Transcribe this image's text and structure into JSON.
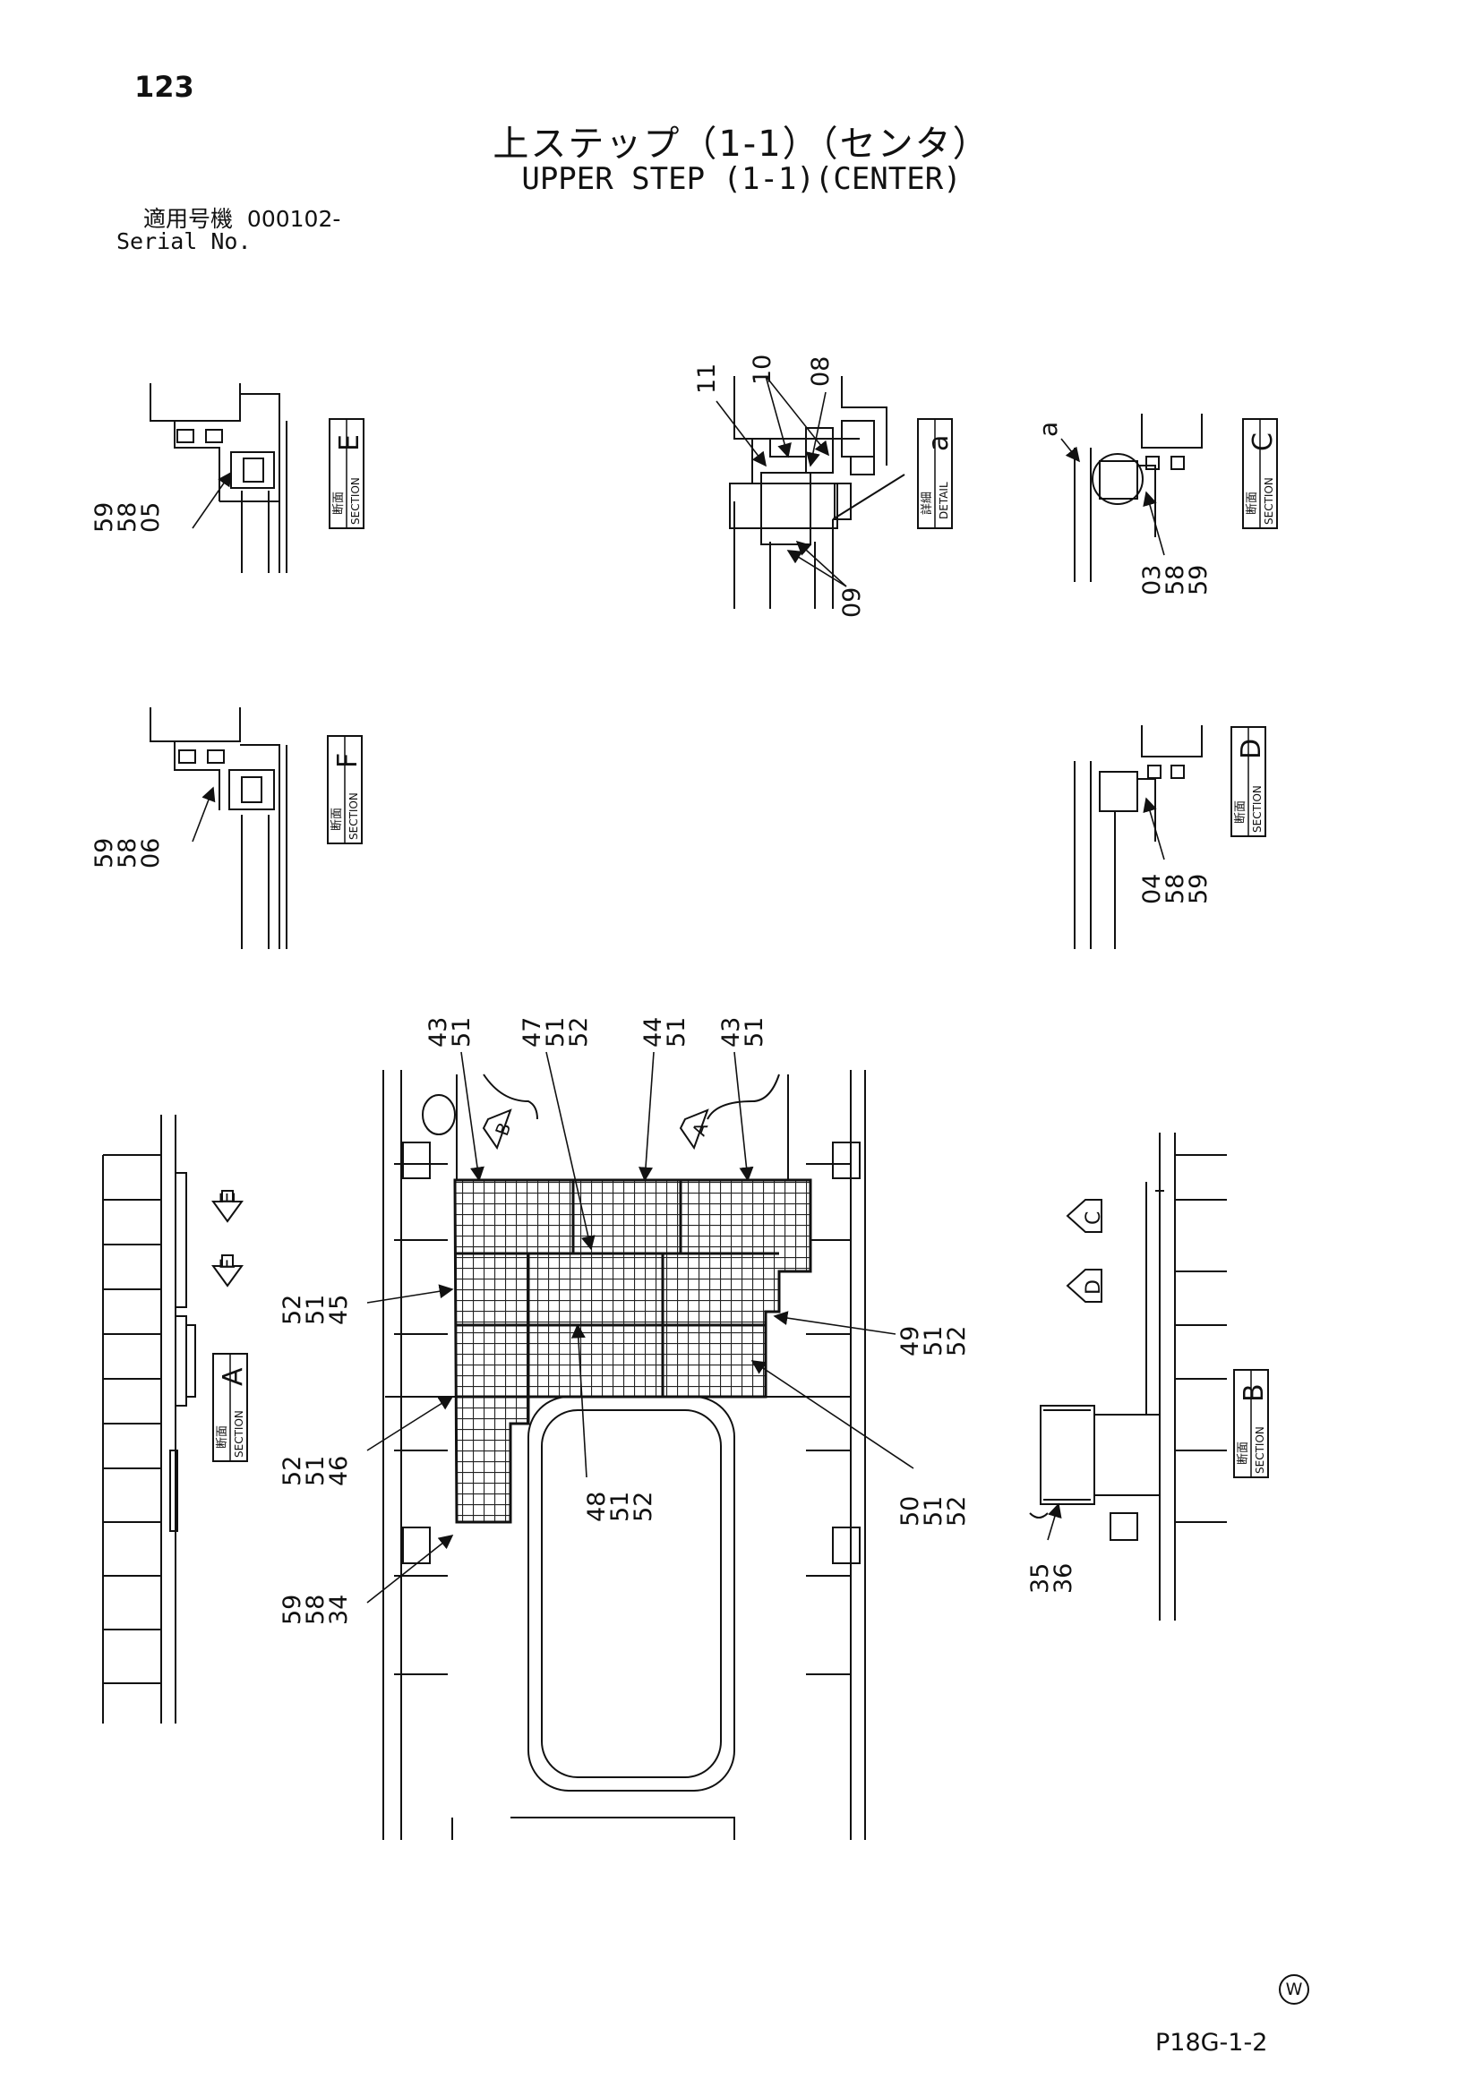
{
  "page_number": "123",
  "title_jp": "上ステップ（1-1）（センタ）",
  "title_en": "UPPER STEP (1-1)(CENTER)",
  "serial_label_jp": "適用号機",
  "serial_value": "000102-",
  "serial_label_en": "Serial No.",
  "section_jp": "断面",
  "section_en": "SECTION",
  "detail_jp": "詳細",
  "detail_en": "DETAIL",
  "views": {
    "section_e": {
      "letter": "E",
      "callout": "59\n58\n05"
    },
    "detail_a": {
      "letter": "a",
      "callouts": [
        "11",
        "10",
        "08",
        "09"
      ]
    },
    "section_c": {
      "letter": "C",
      "ref": "a",
      "callout": "03\n58\n59"
    },
    "section_f": {
      "letter": "F",
      "callout": "59\n58\n06"
    },
    "section_d": {
      "letter": "D",
      "callout": "04\n58\n59"
    },
    "section_a": {
      "letter": "A"
    },
    "section_b": {
      "letter": "B",
      "callout": "35\n36"
    }
  },
  "main_view": {
    "top_callouts": [
      "43\n51",
      "47\n51\n52",
      "44\n51",
      "43\n51"
    ],
    "left_callouts": [
      "52\n51\n45",
      "52\n51\n46",
      "59\n58\n34"
    ],
    "right_callouts": [
      "49\n51\n52",
      "50\n51\n52"
    ],
    "bottom_callout": "48\n51\n52",
    "view_arrows": [
      "B",
      "A"
    ],
    "side_arrows_left": [
      "E",
      "F"
    ],
    "side_arrows_right": [
      "C",
      "D"
    ]
  },
  "watermark": "W",
  "drawing_code": "P18G-1-2"
}
